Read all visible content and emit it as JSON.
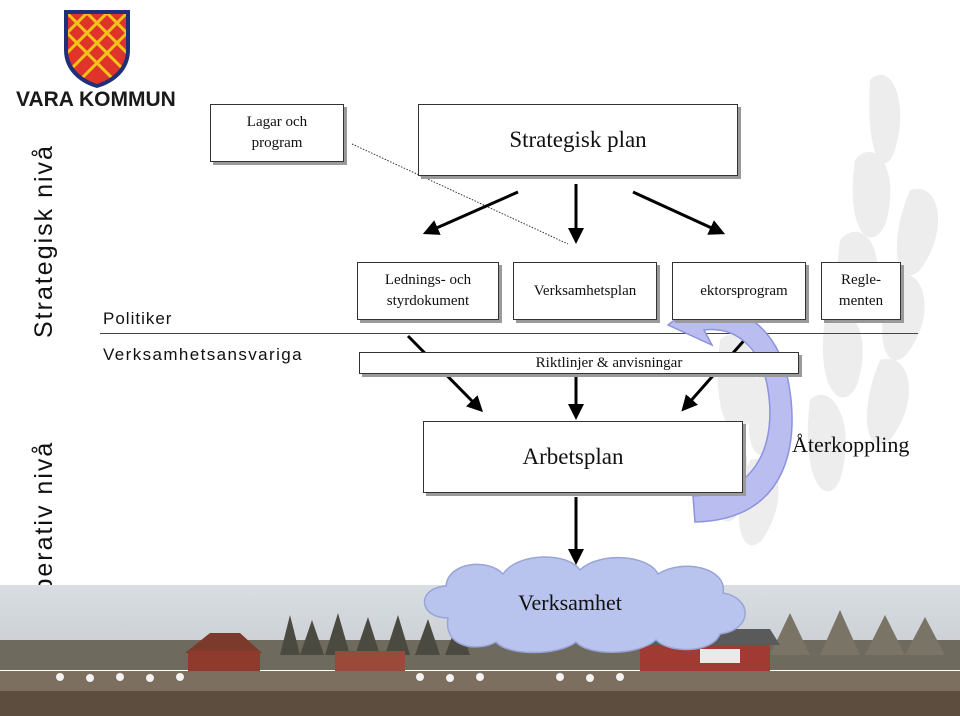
{
  "logo": {
    "text": "VARA KOMMUN",
    "colors": {
      "shield": "#1f2f7a",
      "cross": "#e0342a",
      "lattice": "#f1c21a"
    }
  },
  "levels": {
    "strategic": "Strategisk nivå",
    "operative": "Operativ nivå"
  },
  "roles": {
    "politicians": "Politiker",
    "managers": "Verksamhetsansvariga"
  },
  "boxes": {
    "laws": "Lagar och\nprogram",
    "strategic_plan": "Strategisk plan",
    "steering_docs": "Lednings- och\nstyrdokument",
    "business_plan": "Verksamhetsplan",
    "sector_program": "ektorsprogram",
    "regulations": "Regle-\nmenten",
    "guidelines": "Riktlinjer & anvisningar",
    "work_plan": "Arbetsplan",
    "operations": "Verksamhet"
  },
  "feedback": "Återkoppling",
  "colors": {
    "feedback_arrow": "#b9bdf0",
    "feedback_arrow_edge": "#8d93dc",
    "cloud": "#b9c4ee",
    "wheat": "#eeeeee"
  }
}
